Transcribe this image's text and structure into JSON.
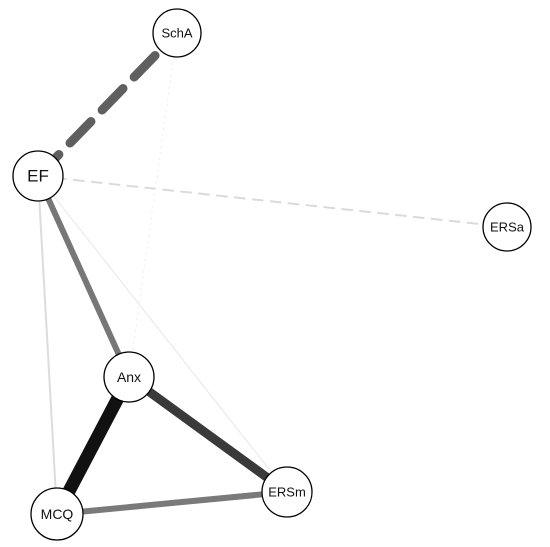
{
  "nodes": [
    {
      "id": "SchA",
      "label": "SchA"
    },
    {
      "id": "EF",
      "label": "EF"
    },
    {
      "id": "ERSa",
      "label": "ERSa"
    },
    {
      "id": "Anx",
      "label": "Anx"
    },
    {
      "id": "MCQ",
      "label": "MCQ"
    },
    {
      "id": "ERSm",
      "label": "ERSm"
    }
  ],
  "edges": [
    {
      "from": "EF",
      "to": "SchA",
      "style": "dashed",
      "color": "#5f5f5f",
      "strength": "strong"
    },
    {
      "from": "EF",
      "to": "ERSa",
      "style": "dashed",
      "color": "#dadada",
      "strength": "weak"
    },
    {
      "from": "EF",
      "to": "Anx",
      "style": "solid",
      "color": "#777777",
      "strength": "moderate"
    },
    {
      "from": "EF",
      "to": "MCQ",
      "style": "solid",
      "color": "#dcdcdc",
      "strength": "weak"
    },
    {
      "from": "EF",
      "to": "ERSm",
      "style": "solid",
      "color": "#e6e6e6",
      "strength": "very-weak"
    },
    {
      "from": "SchA",
      "to": "Anx",
      "style": "dotted",
      "color": "#ececec",
      "strength": "very-weak"
    },
    {
      "from": "Anx",
      "to": "MCQ",
      "style": "solid",
      "color": "#111111",
      "strength": "very-strong"
    },
    {
      "from": "Anx",
      "to": "ERSm",
      "style": "solid",
      "color": "#3a3a3a",
      "strength": "strong"
    },
    {
      "from": "MCQ",
      "to": "ERSm",
      "style": "solid",
      "color": "#7a7a7a",
      "strength": "moderate"
    }
  ]
}
